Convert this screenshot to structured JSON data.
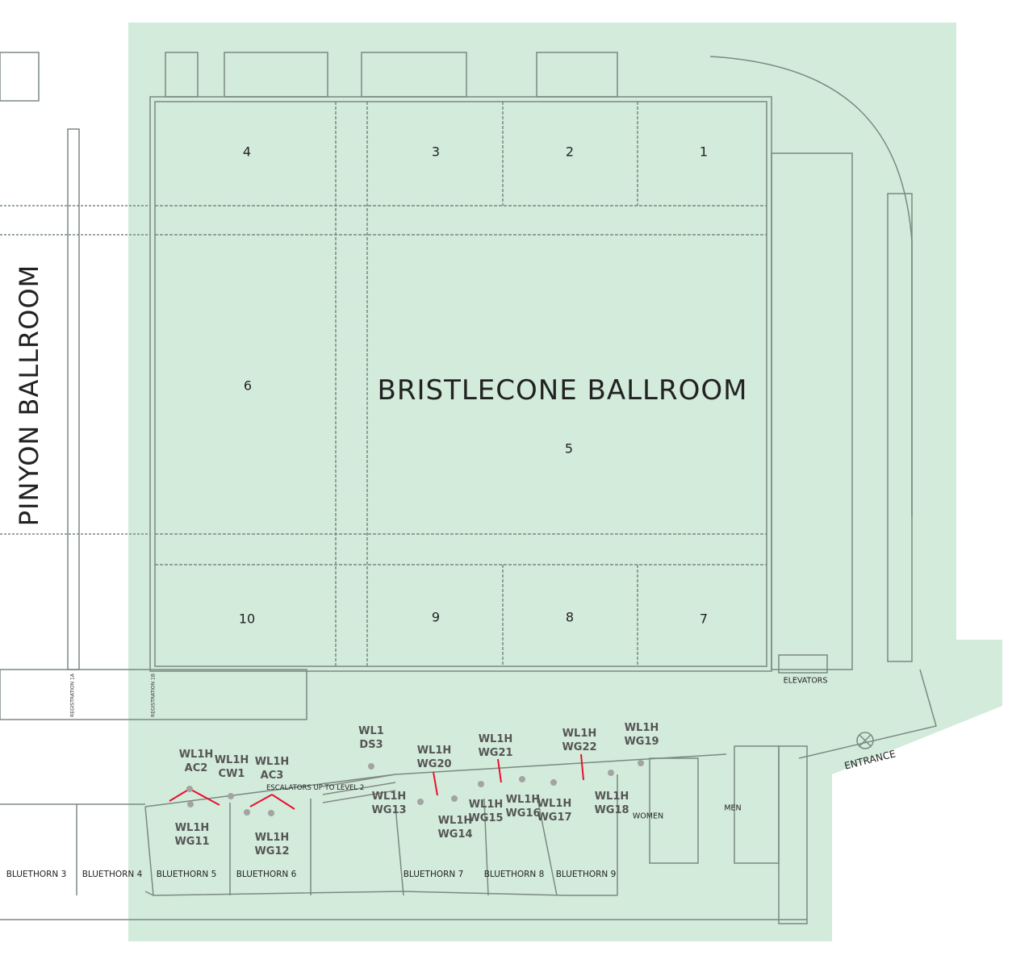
{
  "colors": {
    "venue_fill": "#d3ebdb",
    "walls": "#7a8a80",
    "access_point": "#a3a3a3",
    "antenna_link": "#e8102f"
  },
  "ballrooms": {
    "main": "BRISTLECONE BALLROOM",
    "adjacent": "PINYON BALLROOM"
  },
  "sections": [
    "1",
    "2",
    "3",
    "4",
    "5",
    "6",
    "7",
    "8",
    "9",
    "10"
  ],
  "meeting_rooms": [
    "BLUETHORN 3",
    "BLUETHORN 4",
    "BLUETHORN 5",
    "BLUETHORN 6",
    "BLUETHORN 7",
    "BLUETHORN 8",
    "BLUETHORN 9"
  ],
  "facilities": {
    "elevators": "ELEVATORS",
    "entrance": "ENTRANCE",
    "women": "WOMEN",
    "men": "MEN",
    "escalators": "ESCALATORS UP TO LEVEL 2",
    "registration_a": "REGISTRATION 1A",
    "registration_b": "REGISTRATION 1B"
  },
  "access_points": [
    {
      "line1": "WL1H",
      "line2": "AC2"
    },
    {
      "line1": "WL1H",
      "line2": "CW1"
    },
    {
      "line1": "WL1H",
      "line2": "AC3"
    },
    {
      "line1": "WL1",
      "line2": "DS3"
    },
    {
      "line1": "WL1H",
      "line2": "WG20"
    },
    {
      "line1": "WL1H",
      "line2": "WG21"
    },
    {
      "line1": "WL1H",
      "line2": "WG22"
    },
    {
      "line1": "WL1H",
      "line2": "WG19"
    },
    {
      "line1": "WL1H",
      "line2": "WG11"
    },
    {
      "line1": "WL1H",
      "line2": "WG12"
    },
    {
      "line1": "WL1H",
      "line2": "WG13"
    },
    {
      "line1": "WL1H",
      "line2": "WG14"
    },
    {
      "line1": "WL1H",
      "line2": "WG15"
    },
    {
      "line1": "WL1H",
      "line2": "WG16"
    },
    {
      "line1": "WL1H",
      "line2": "WG17"
    },
    {
      "line1": "WL1H",
      "line2": "WG18"
    }
  ]
}
